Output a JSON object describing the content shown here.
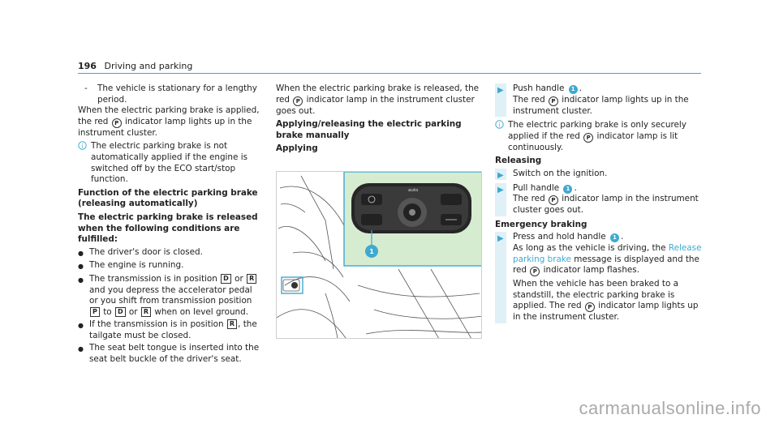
{
  "header": {
    "page": "196",
    "section": "Driving and parking"
  },
  "col1": {
    "dash_item": "The vehicle is stationary for a lengthy period.",
    "para1_a": "When the electric parking brake is applied, the red",
    "para1_b": "indicator lamp lights up in the instrument cluster.",
    "note1": "The electric parking brake is not automatically applied if the engine is switched off by the ECO start/stop function.",
    "heading1": "Function of the electric parking brake (releasing automatically)",
    "heading2": "The electric parking brake is released when the following conditions are fulfilled:",
    "bullets": {
      "b1": "The driver's door is closed.",
      "b2": "The engine is running.",
      "b3_a": "The transmission is in position",
      "b3_b": "or",
      "b3_c": "and you depress the accelerator pedal or you shift from transmission position",
      "b3_d": "to",
      "b3_e": "or",
      "b3_f": "when on level ground.",
      "b4_a": "If the transmission is in position",
      "b4_b": ", the tailgate must be closed.",
      "b5": "The seat belt tongue is inserted into the seat belt buckle of the driver's seat."
    },
    "keys": {
      "d": "D",
      "r": "R",
      "p": "P"
    }
  },
  "col2": {
    "para_a": "When the electric parking brake is released, the red",
    "para_b": "indicator lamp in the instrument cluster goes out.",
    "heading1": "Applying/releasing the electric parking brake manually",
    "heading2": "Applying"
  },
  "col3": {
    "step1_a": "Push handle",
    "step1_b": ".",
    "step1_c": "The red",
    "step1_d": "indicator lamp lights up in the instrument cluster.",
    "note_a": "The electric parking brake is only securely applied if the red",
    "note_b": "indicator lamp is lit continuously.",
    "heading_releasing": "Releasing",
    "step2": "Switch on the ignition.",
    "step3_a": "Pull handle",
    "step3_b": ".",
    "step3_c": "The red",
    "step3_d": "indicator lamp in the instrument cluster goes out.",
    "heading_emergency": "Emergency braking",
    "step4_a": "Press and hold handle",
    "step4_b": ".",
    "step4_c": "As long as the vehicle is driving, the",
    "step4_link": "Release parking brake",
    "step4_d": "message is displayed and the red",
    "step4_e": "indicator lamp flashes.",
    "step4_f": "When the vehicle has been braked to a standstill, the electric parking brake is applied. The red",
    "step4_g": "indicator lamp lights up in the instrument cluster."
  },
  "figure": {
    "callout": "1",
    "auto_label": "auto"
  },
  "symbols": {
    "pbrake": "P",
    "callout": "1",
    "note": "i",
    "arrow": "▶",
    "bullet": "●",
    "dash": "-"
  },
  "watermark": "carmanualsonline.info",
  "colors": {
    "accent": "#3fa9d0",
    "step_bar": "#dff0f7"
  }
}
